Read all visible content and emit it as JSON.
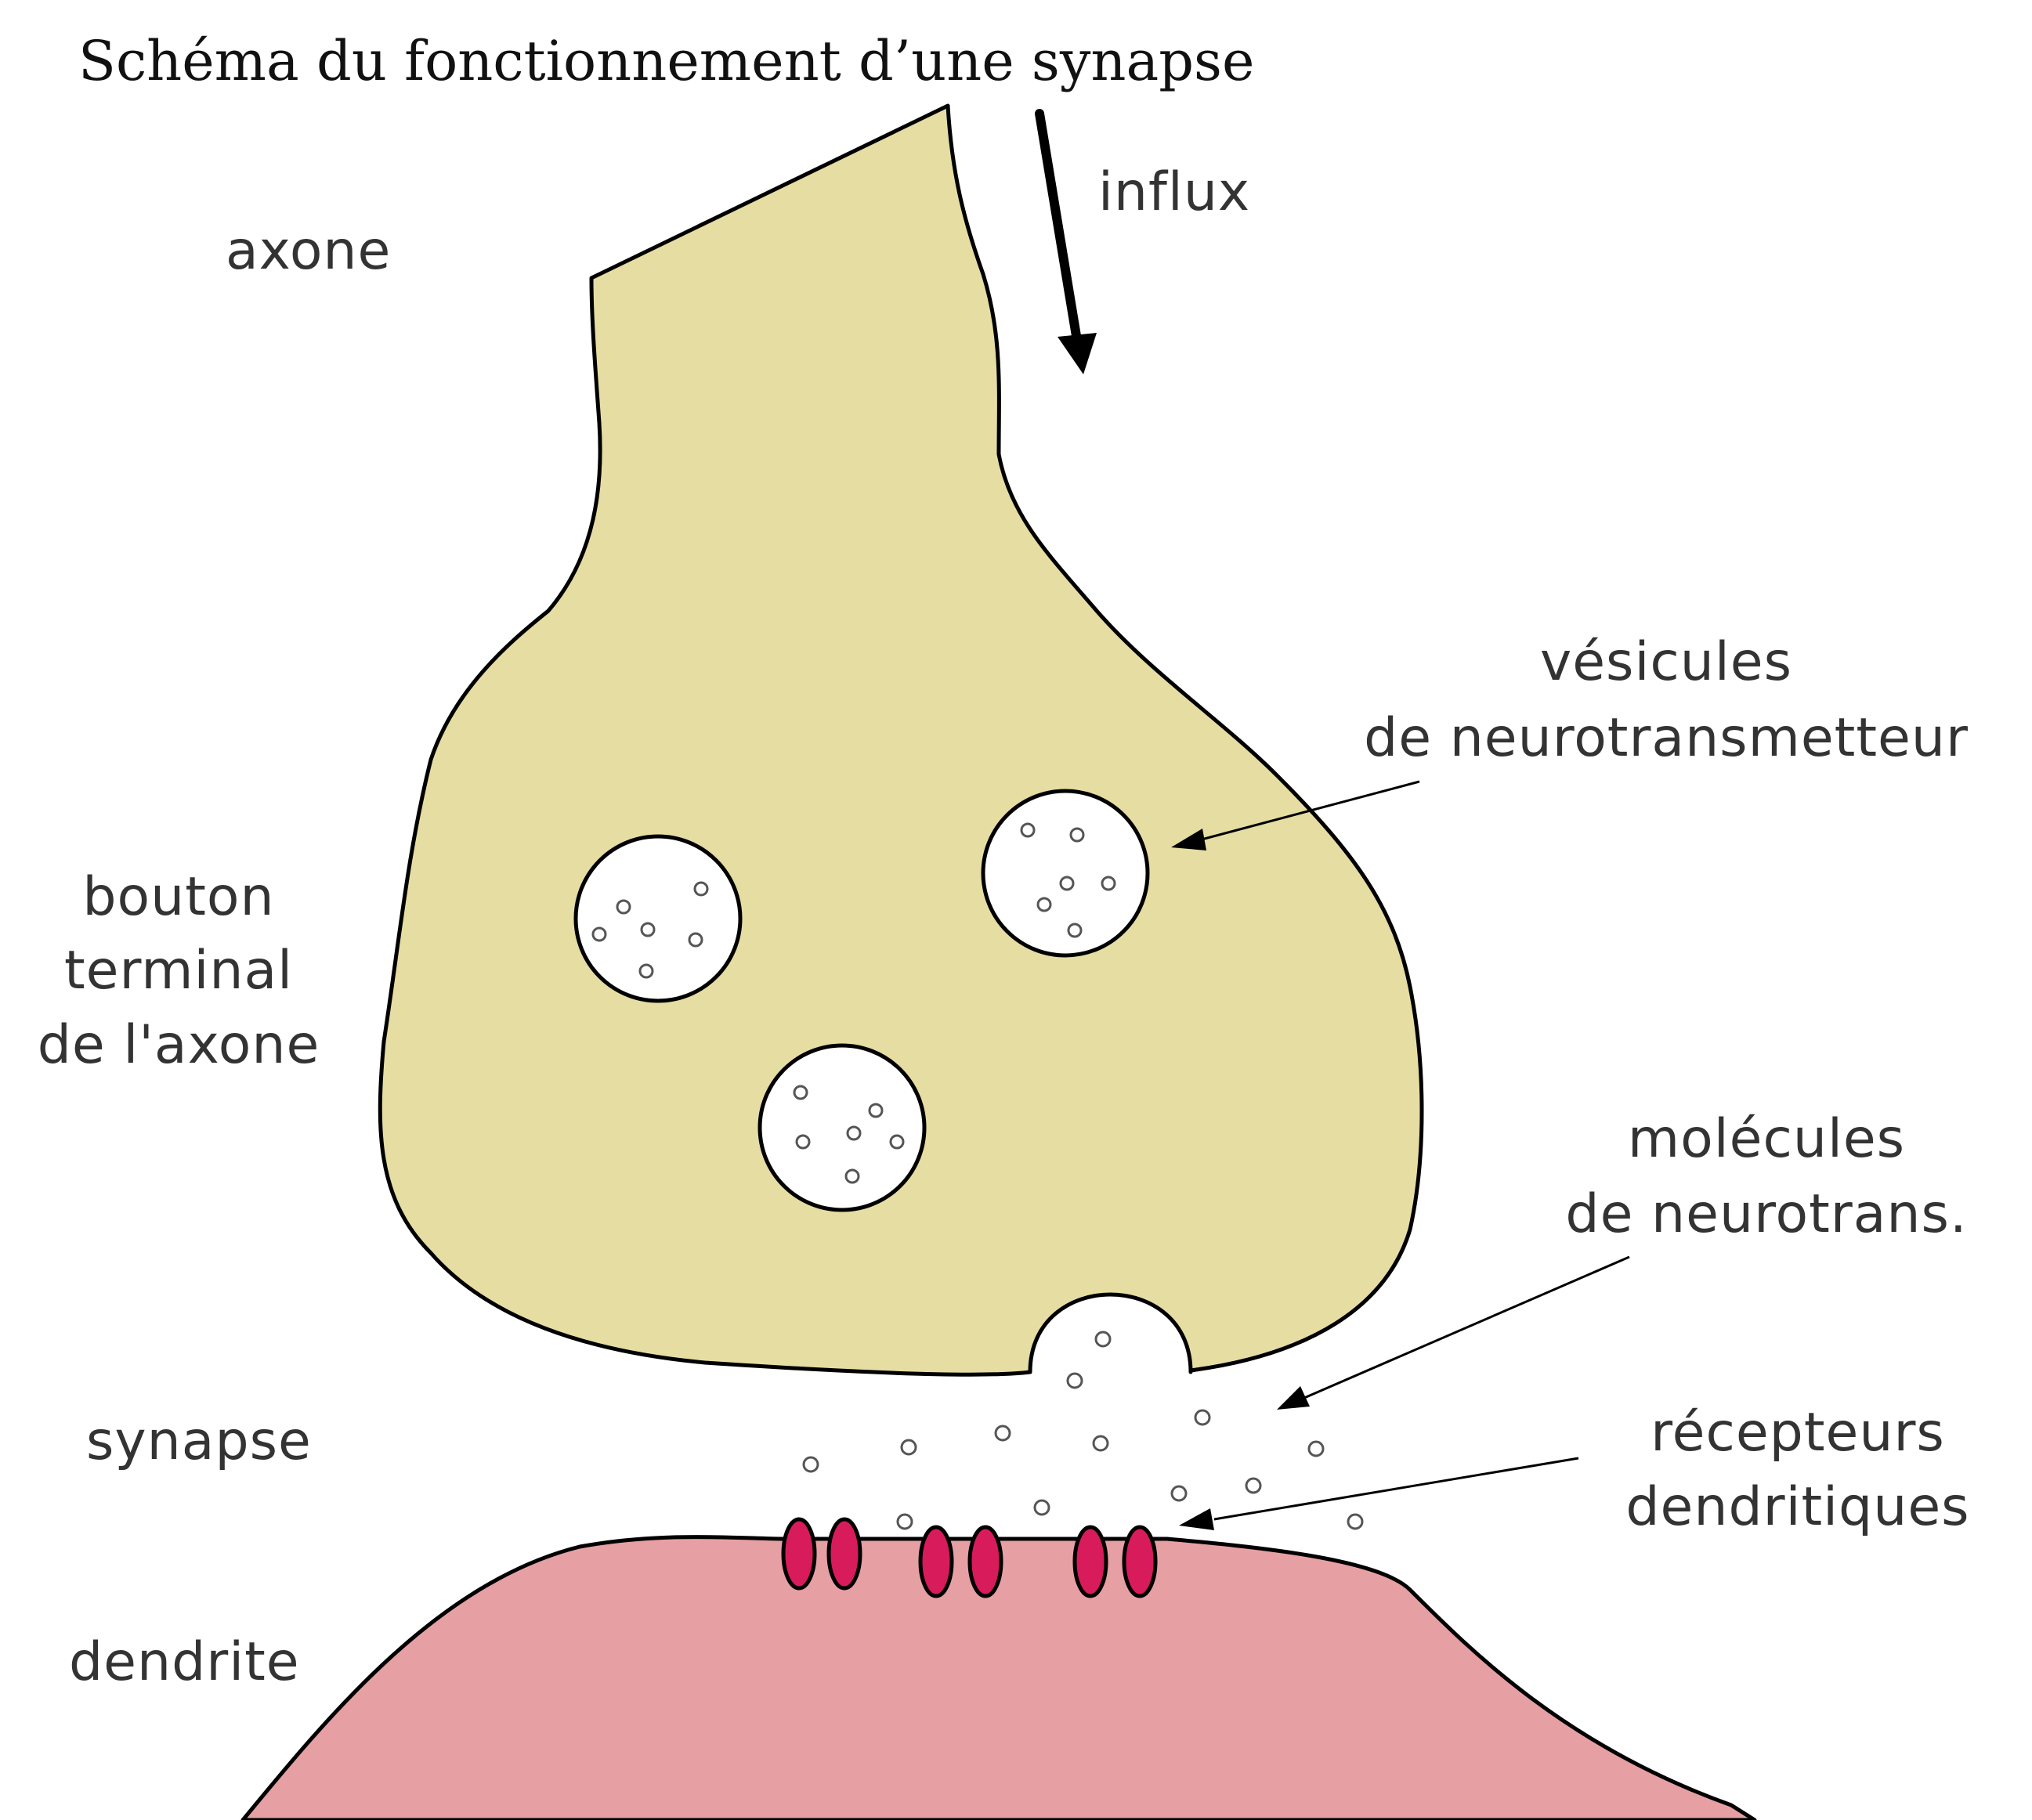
{
  "title": "Schéma du fonctionnement d’une synapse",
  "labels": {
    "axone": "axone",
    "influx": "influx",
    "vesicules_line1": "vésicules",
    "vesicules_line2": "de neurotransmetteur",
    "bouton_line1": "bouton",
    "bouton_line2": "terminal",
    "bouton_line3": "de l'axone",
    "molecules_line1": "molécules",
    "molecules_line2": "de neurotrans.",
    "synapse": "synapse",
    "recepteurs_line1": "récepteurs",
    "recepteurs_line2": "dendritiques",
    "dendrite": "dendrite"
  },
  "colors": {
    "axon_fill": "#e6dda3",
    "dendrite_fill": "#e6a0a4",
    "receptor_fill": "#d81b5a",
    "outline": "#000000",
    "vesicle_fill": "#ffffff"
  }
}
